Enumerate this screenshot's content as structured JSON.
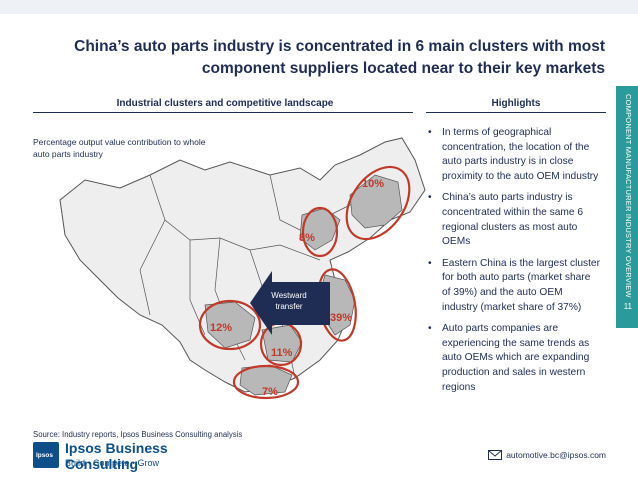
{
  "title_line1": "China’s auto parts industry is concentrated in 6 main clusters with most",
  "title_line2": "component suppliers located near to their key markets",
  "left_heading": "Industrial clusters and competitive landscape",
  "right_heading": "Highlights",
  "side_tab": {
    "label": "COMPONENT MANUFACTURER INDUSTRY OVERVIEW",
    "page": "11"
  },
  "map_note": "Percentage output value contribution to whole auto parts industry",
  "clusters": [
    {
      "label": "10%"
    },
    {
      "label": "8%"
    },
    {
      "label": "39%"
    },
    {
      "label": "12%"
    },
    {
      "label": "11%"
    },
    {
      "label": "7%"
    }
  ],
  "arrow": {
    "label": "Westward transfer"
  },
  "highlights": [
    "In terms of geographical concentration, the location of the auto parts industry is in close proximity to the auto OEM industry",
    "China’s auto parts industry is concentrated within the same 6 regional clusters as most auto OEMs",
    "Eastern China is the largest cluster for both auto parts (market share of 39%) and the auto OEM industry (market share of 37%)",
    "Auto parts companies are experiencing the same trends as auto OEMs which are expanding production and sales in western regions"
  ],
  "source": "Source: Industry reports, Ipsos Business Consulting analysis",
  "logo": {
    "brand": "Ipsos",
    "name": "Ipsos Business Consulting",
    "tagline": "Build · Compete · Grow"
  },
  "email": "automotive.bc@ipsos.com",
  "colors": {
    "navy": "#1f2d55",
    "accent_red": "#c0392b",
    "teal": "#2a9a9a",
    "brand_blue": "#0e4f8a",
    "cluster_gray": "#b8b8b8"
  },
  "icons": [
    "mail-icon",
    "arrow-left-icon"
  ]
}
